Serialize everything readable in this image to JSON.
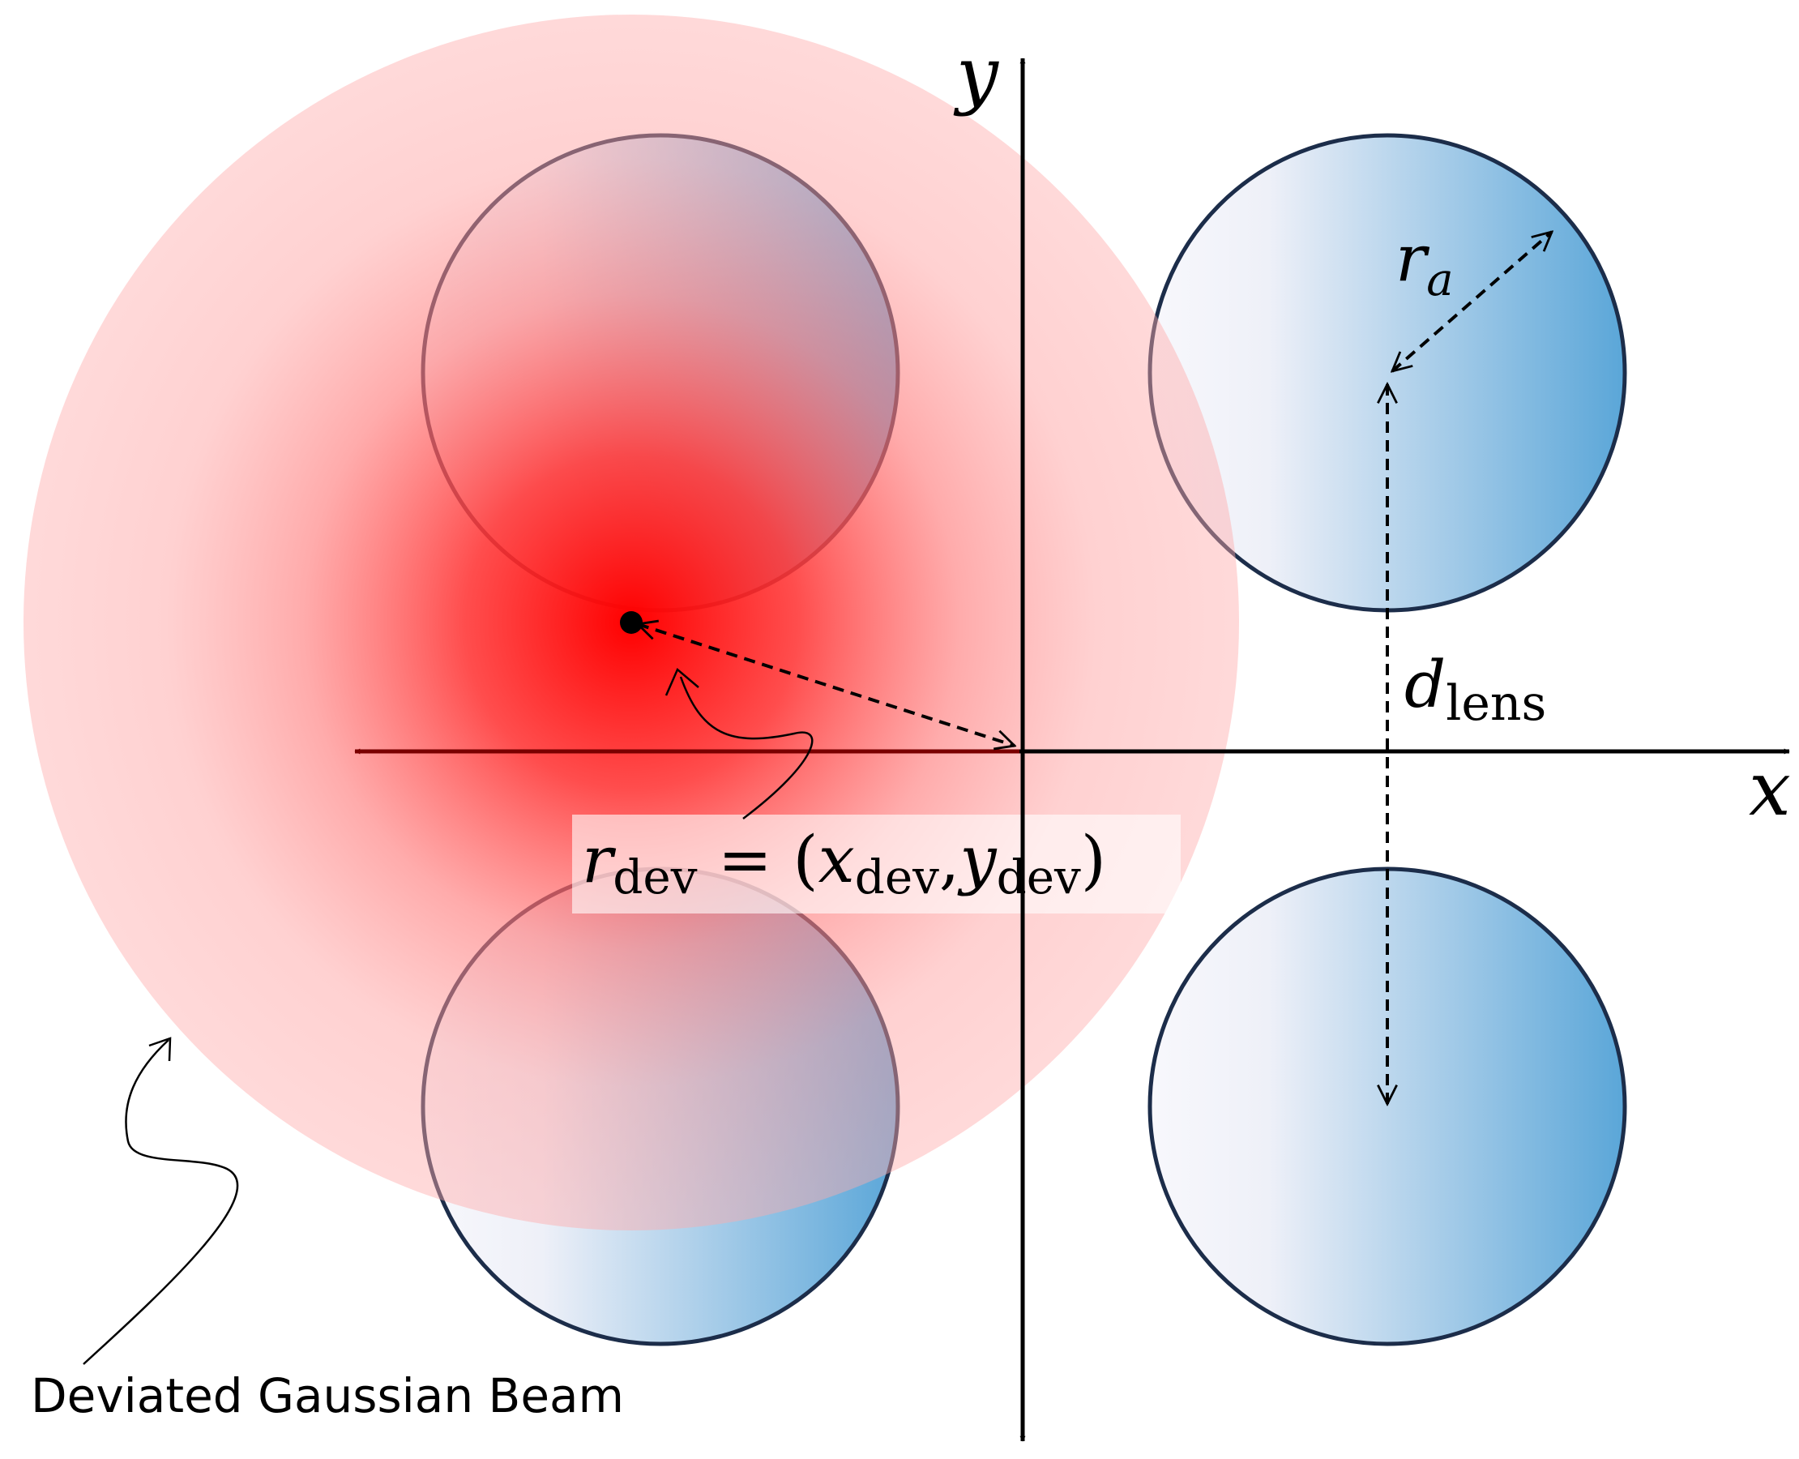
{
  "labels": {
    "axis_x": "x",
    "axis_y": "y",
    "r_a_main": "r",
    "r_a_sub": "a",
    "d_lens_main": "d",
    "d_lens_sub": "lens",
    "r_dev_main": "r",
    "r_dev_sub": "dev",
    "r_dev_eq": " = (",
    "x_dev_main": "x",
    "x_dev_sub": "dev",
    "comma": ",",
    "y_dev_main": "y",
    "y_dev_sub": "dev",
    "close_paren": ")",
    "beam_caption": "Deviated Gaussian Beam"
  },
  "colors": {
    "beam_core": "#ff0000",
    "beam_halo": "#ffb3b3",
    "lens_light": "#f8f8fc",
    "lens_dark": "#5aa6d8",
    "lens_stroke": "#1c2d4a",
    "axis": "#000000",
    "deviation_axis": "#7a0000"
  }
}
